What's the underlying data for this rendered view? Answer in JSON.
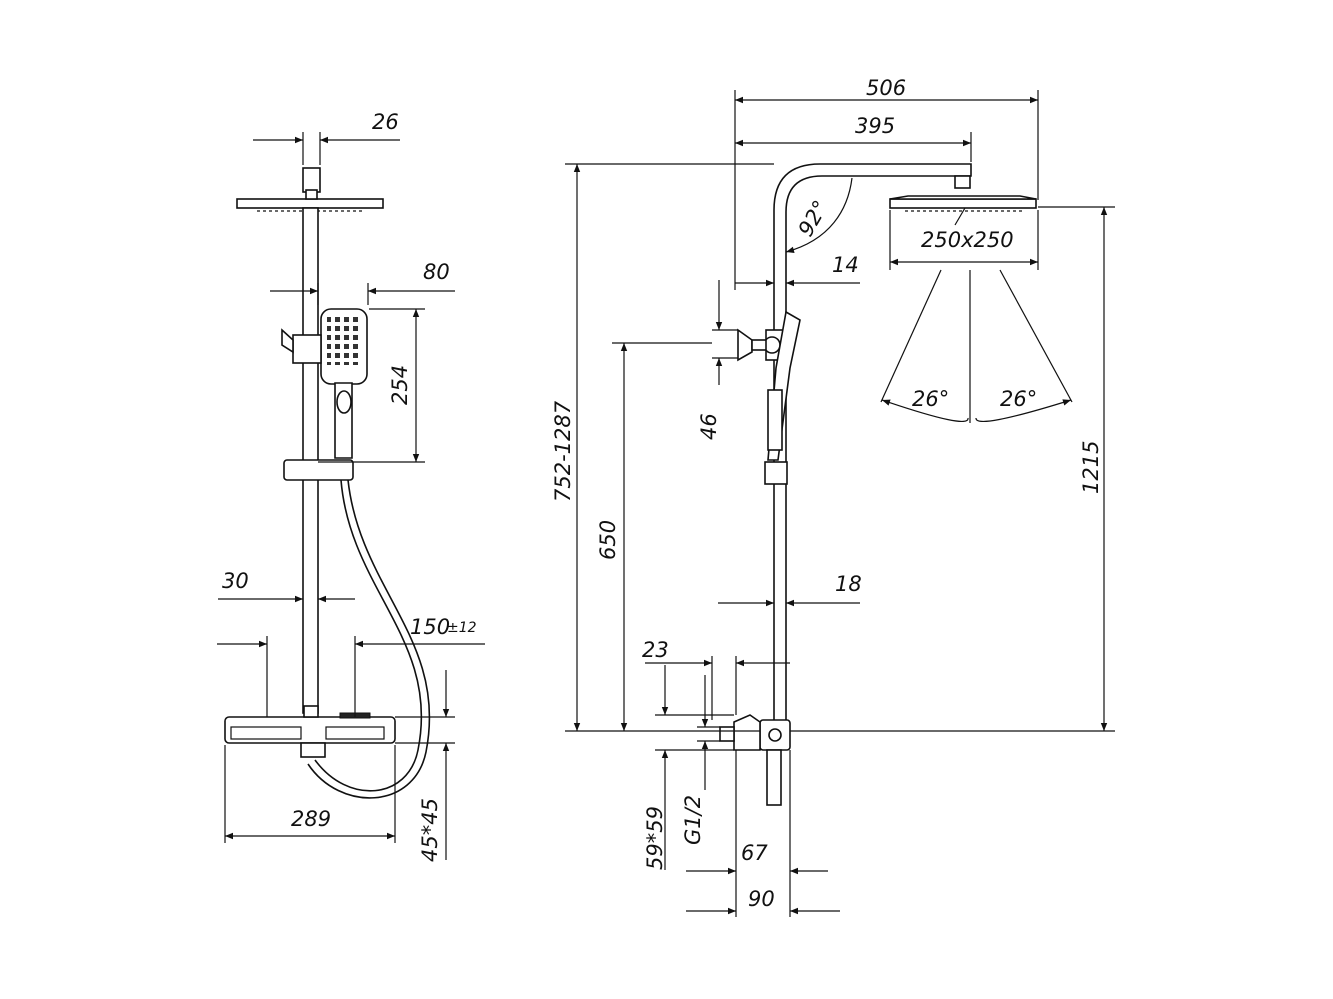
{
  "colors": {
    "ink": "#111111",
    "paper": "#ffffff"
  },
  "left_view": {
    "dims": {
      "head_neck": "26",
      "handshower_offset": "80",
      "handshower_length": "254",
      "rail_diameter": "30",
      "inlet_spacing": "150",
      "inlet_tolerance": "±12",
      "mixer_width": "289",
      "mixer_section": "45*45"
    }
  },
  "right_view": {
    "dims": {
      "arm_reach_total": "506",
      "arm_reach": "395",
      "arm_angle": "92°",
      "head_size": "250x250",
      "spray_angle_left": "26°",
      "spray_angle_right": "26°",
      "arm_tube": "14",
      "bracket_46": "46",
      "adjustable_height": "752-1287",
      "holder_height": "650",
      "overall_height": "1215",
      "rail_diameter": "18",
      "offset_23": "23",
      "nut_size": "59*59",
      "thread": "G1/2",
      "depth_67": "67",
      "depth_90": "90"
    }
  }
}
